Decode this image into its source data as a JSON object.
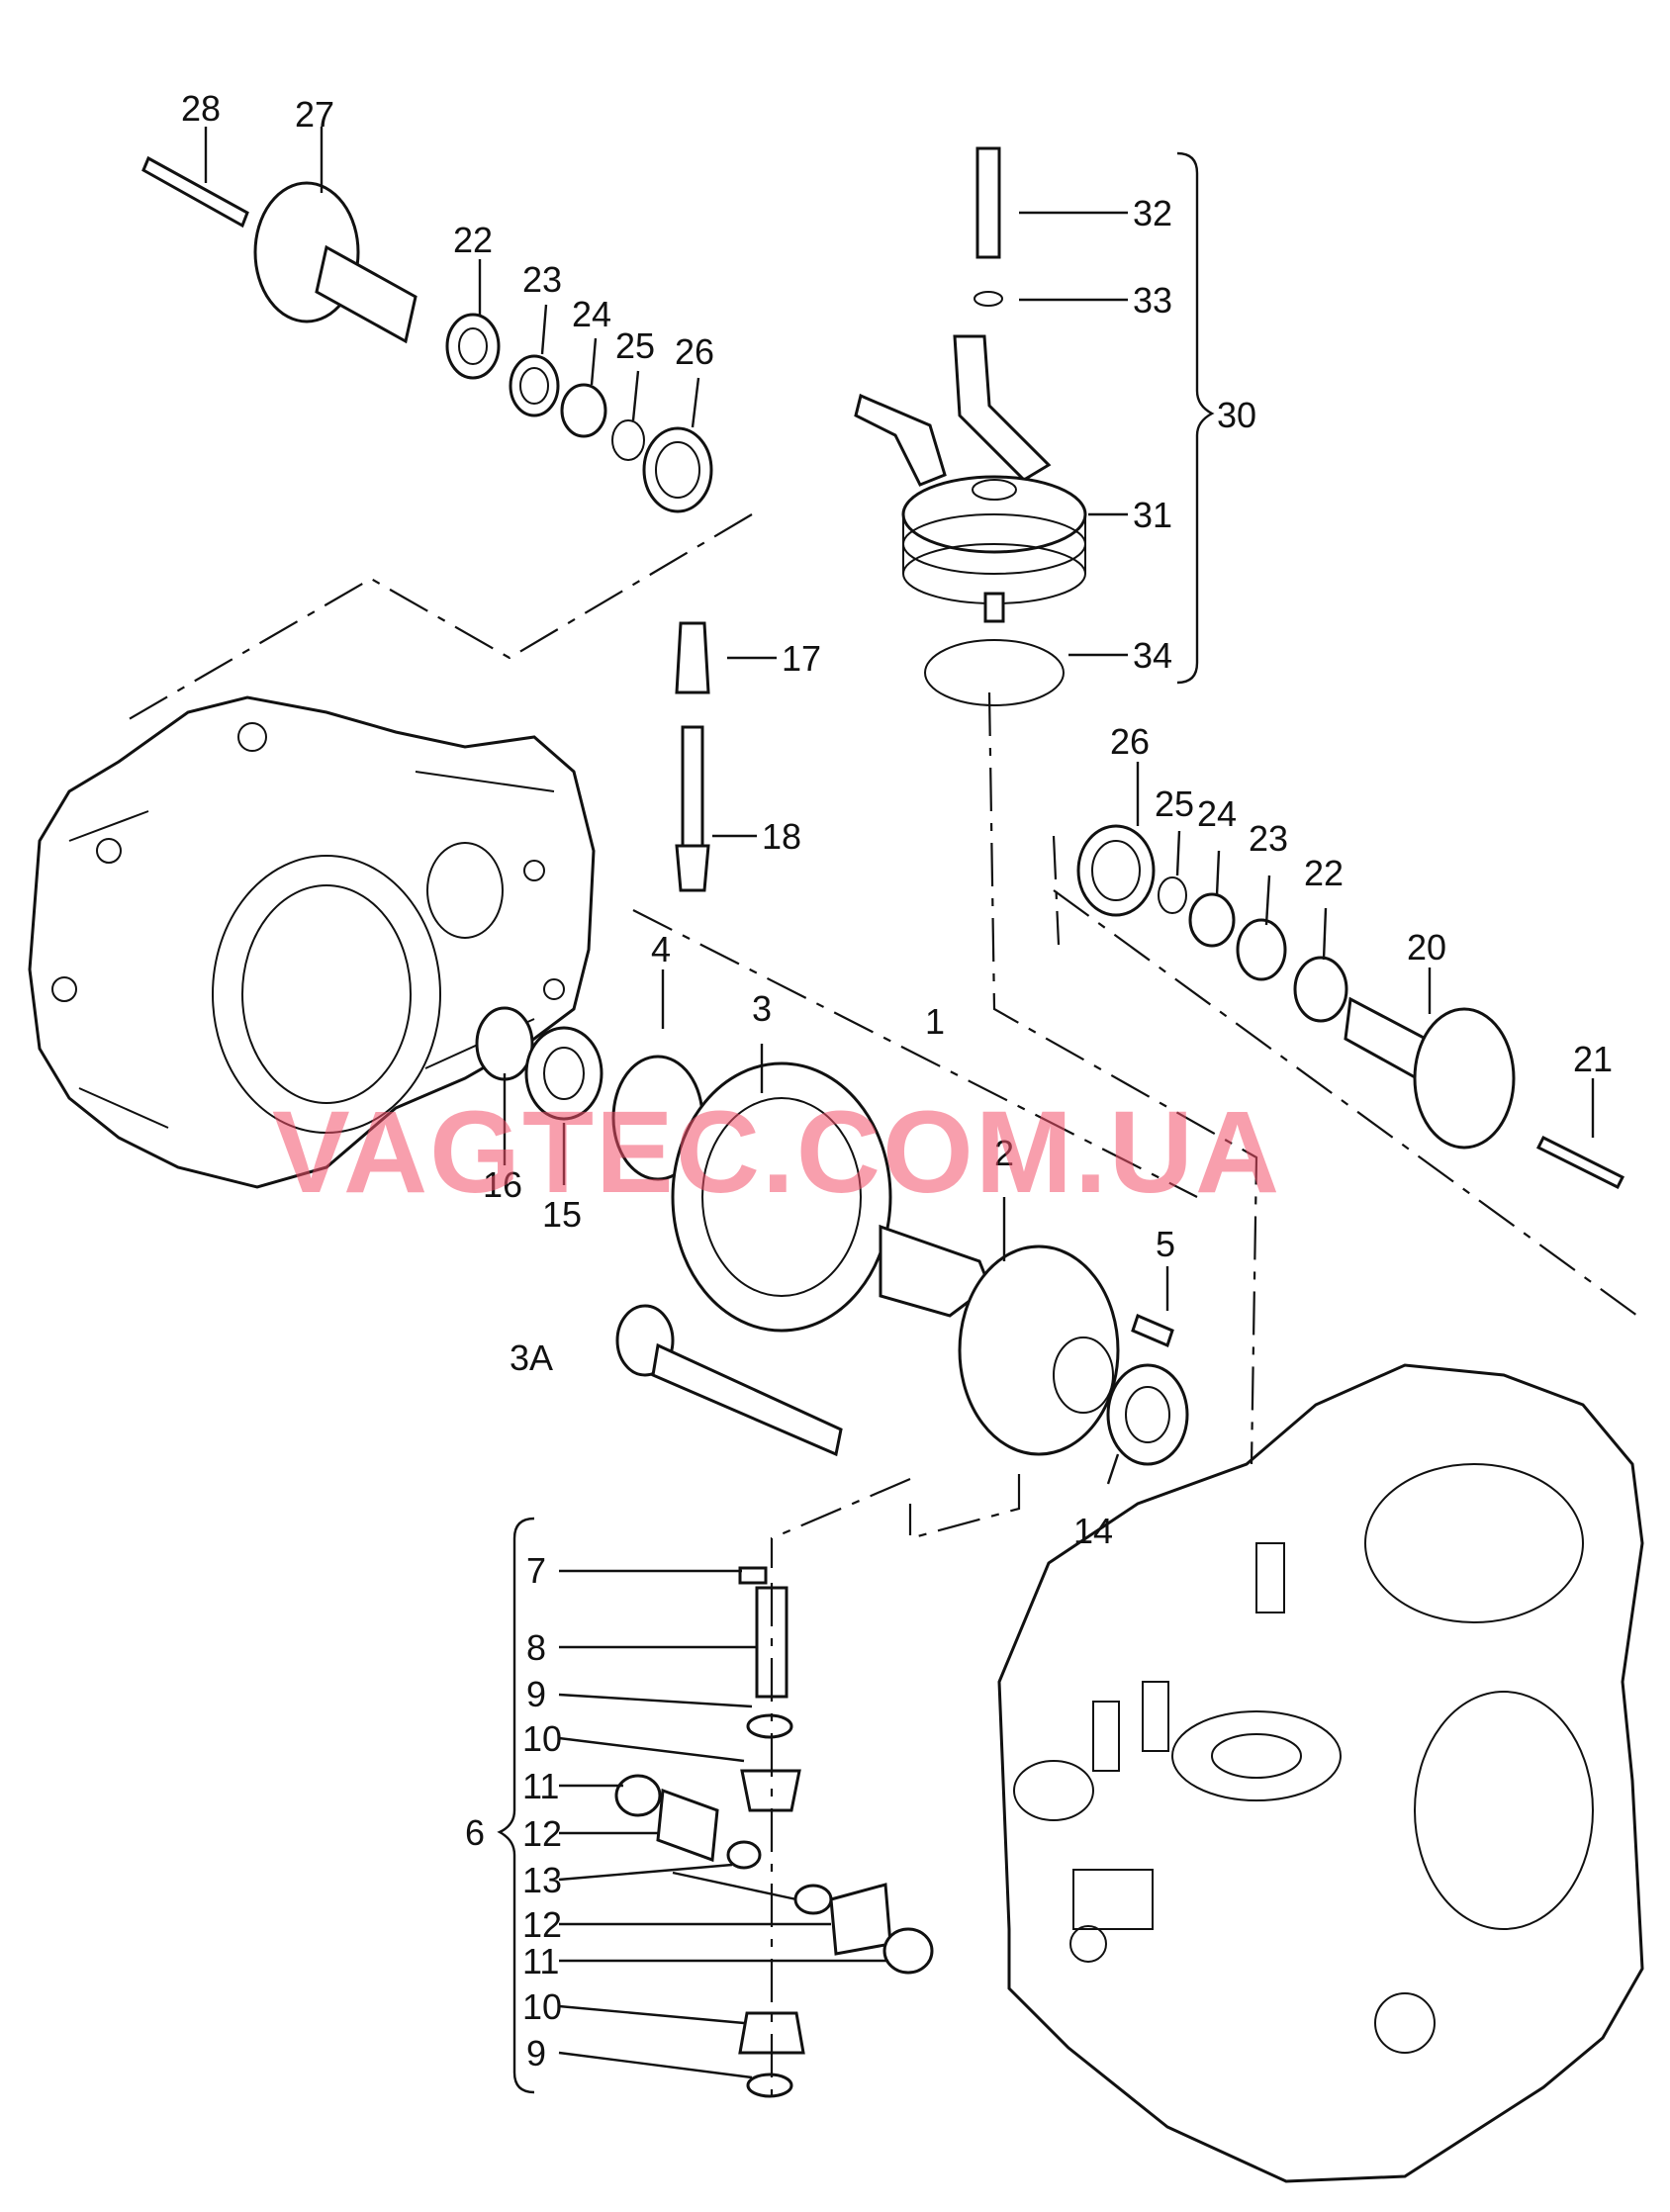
{
  "watermark": "VAGTEC.COM.UA",
  "callouts": {
    "c1": "1",
    "c2": "2",
    "c3": "3",
    "c3a": "3A",
    "c4": "4",
    "c5": "5",
    "c6": "6",
    "c7": "7",
    "c8": "8",
    "c9a": "9",
    "c9b": "9",
    "c10a": "10",
    "c10b": "10",
    "c11a": "11",
    "c11b": "11",
    "c12a": "12",
    "c12b": "12",
    "c13": "13",
    "c14": "14",
    "c15": "15",
    "c16": "16",
    "c17": "17",
    "c18": "18",
    "c20": "20",
    "c21": "21",
    "c22a": "22",
    "c22b": "22",
    "c23a": "23",
    "c23b": "23",
    "c24a": "24",
    "c24b": "24",
    "c25a": "25",
    "c25b": "25",
    "c26a": "26",
    "c26b": "26",
    "c27": "27",
    "c28": "28",
    "c30": "30",
    "c31": "31",
    "c32": "32",
    "c33": "33",
    "c34": "34"
  }
}
